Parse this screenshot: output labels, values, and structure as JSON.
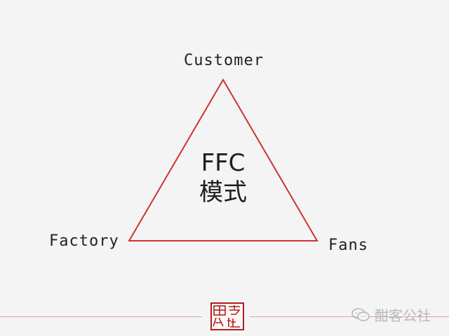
{
  "diagram": {
    "vertices": {
      "top": "Customer",
      "bottom_left": "Factory",
      "bottom_right": "Fans"
    },
    "center": {
      "line1": "FFC",
      "line2": "模式"
    },
    "edge_color": "#cc3333"
  },
  "footer": {
    "seal_text": "酣客公社",
    "watermark_text": "酣客公社",
    "watermark_icon": "wechat-icon"
  }
}
